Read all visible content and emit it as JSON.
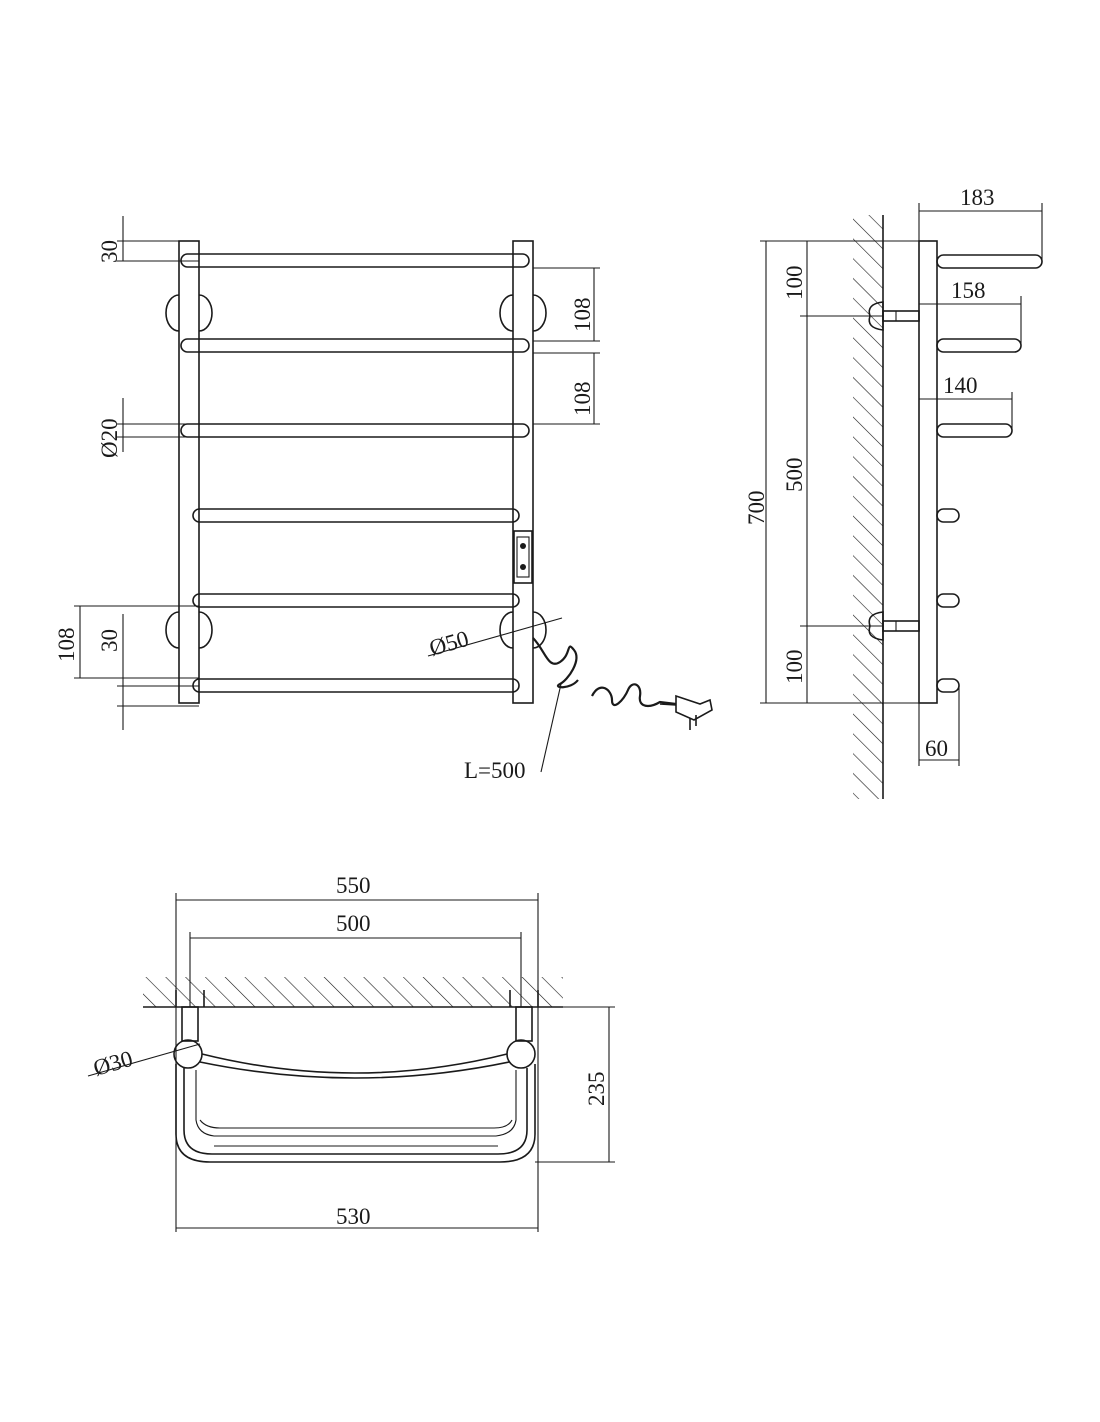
{
  "front_view": {
    "dims": {
      "top_offset": "30",
      "rung_spacing_upper": "108",
      "rung_spacing_middle": "108",
      "tube_diameter": "Ø20",
      "bottom_offset": "30",
      "bottom_spacing": "108",
      "flange_diameter": "Ø50",
      "cable_length": "L=500"
    }
  },
  "side_view": {
    "dims": {
      "depth_top": "183",
      "depth_second": "158",
      "depth_third": "140",
      "top_margin": "100",
      "mount_spacing": "500",
      "total_height": "700",
      "bottom_margin": "100",
      "depth_short": "60"
    }
  },
  "top_view": {
    "dims": {
      "overall_width": "550",
      "mount_width": "500",
      "post_diameter": "Ø30",
      "depth": "235",
      "bottom_width": "530"
    }
  },
  "colors": {
    "line": "#1a1a1a",
    "background": "#ffffff"
  }
}
